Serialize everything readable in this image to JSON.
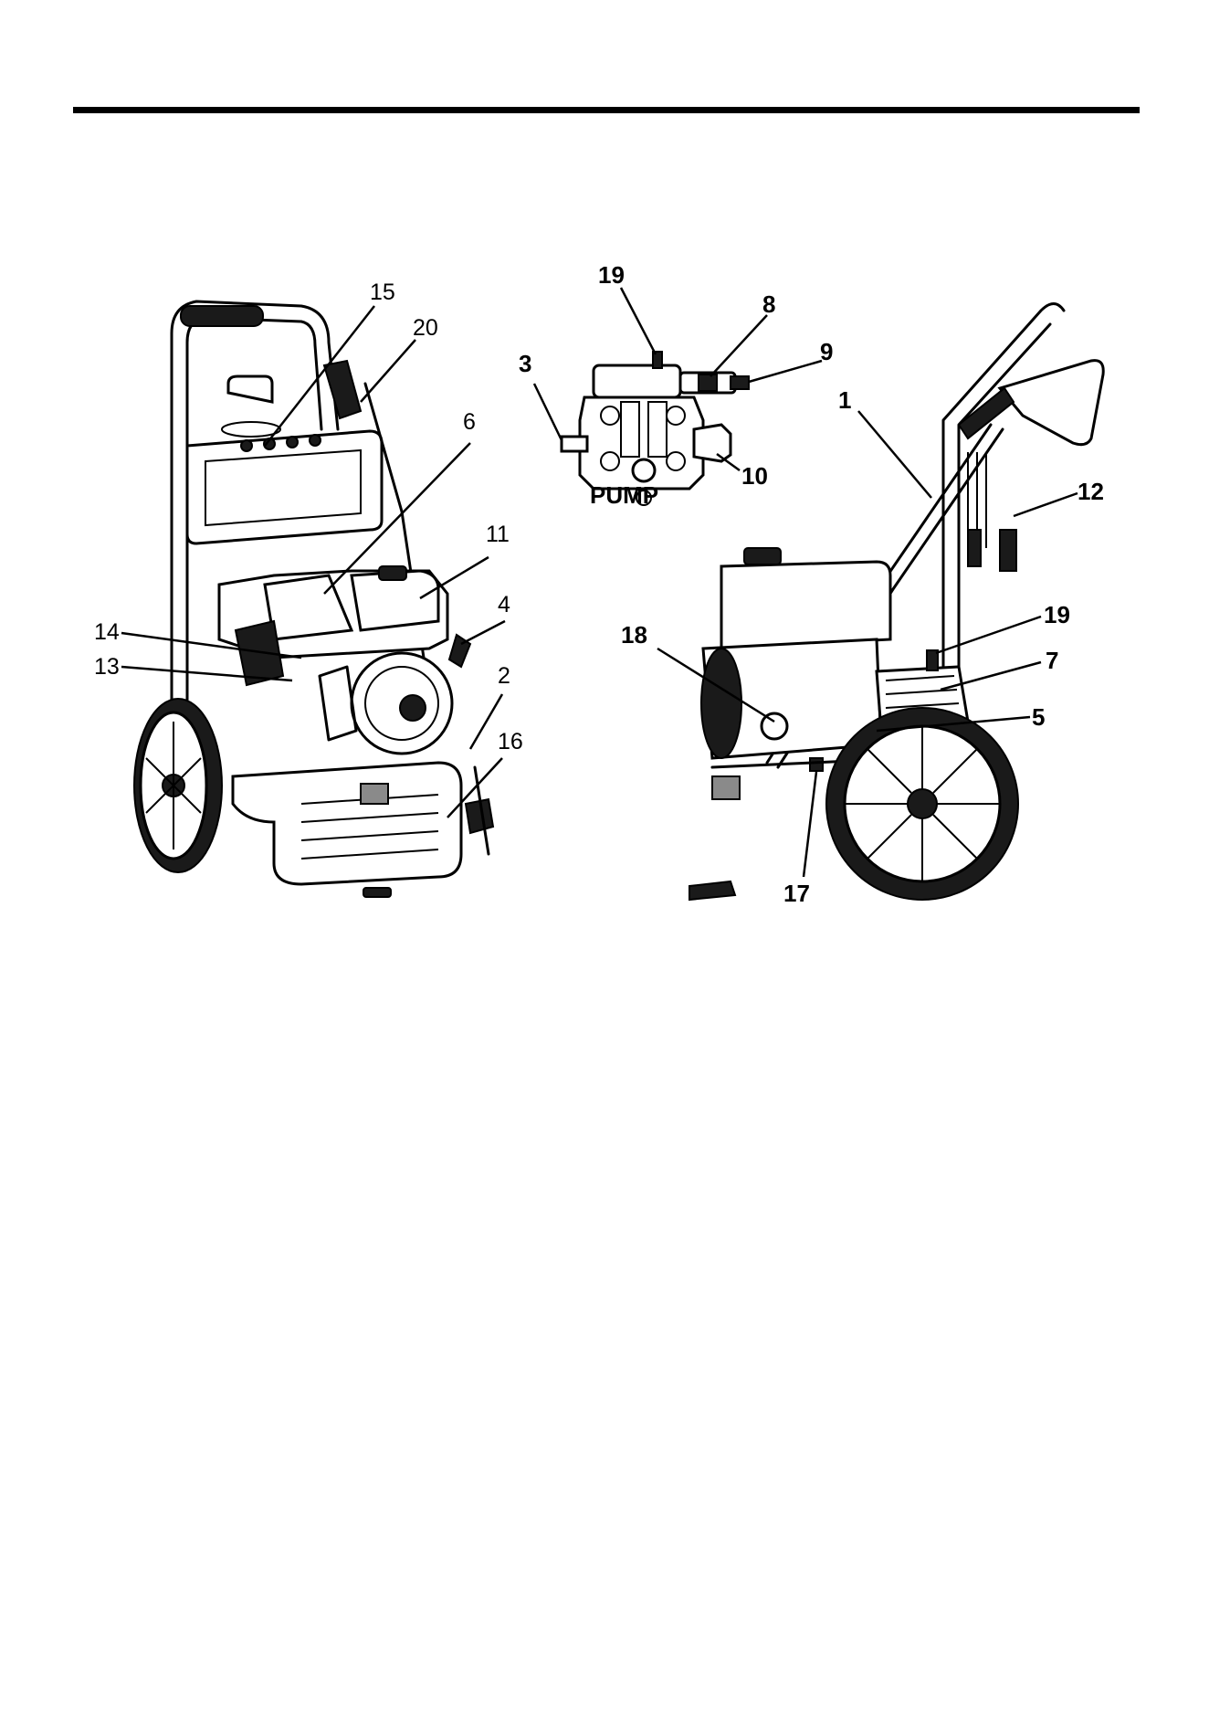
{
  "diagram": {
    "pump_title": "PUMP",
    "left_labels": {
      "l15": "15",
      "l20": "20",
      "l6": "6",
      "l11": "11",
      "l4": "4",
      "l14": "14",
      "l13": "13",
      "l2": "2",
      "l16": "16"
    },
    "pump_labels": {
      "l19": "19",
      "l8": "8",
      "l9": "9",
      "l3": "3",
      "l10": "10"
    },
    "right_labels": {
      "l1": "1",
      "l12": "12",
      "l19": "19",
      "l18": "18",
      "l7": "7",
      "l5": "5",
      "l17": "17"
    }
  }
}
